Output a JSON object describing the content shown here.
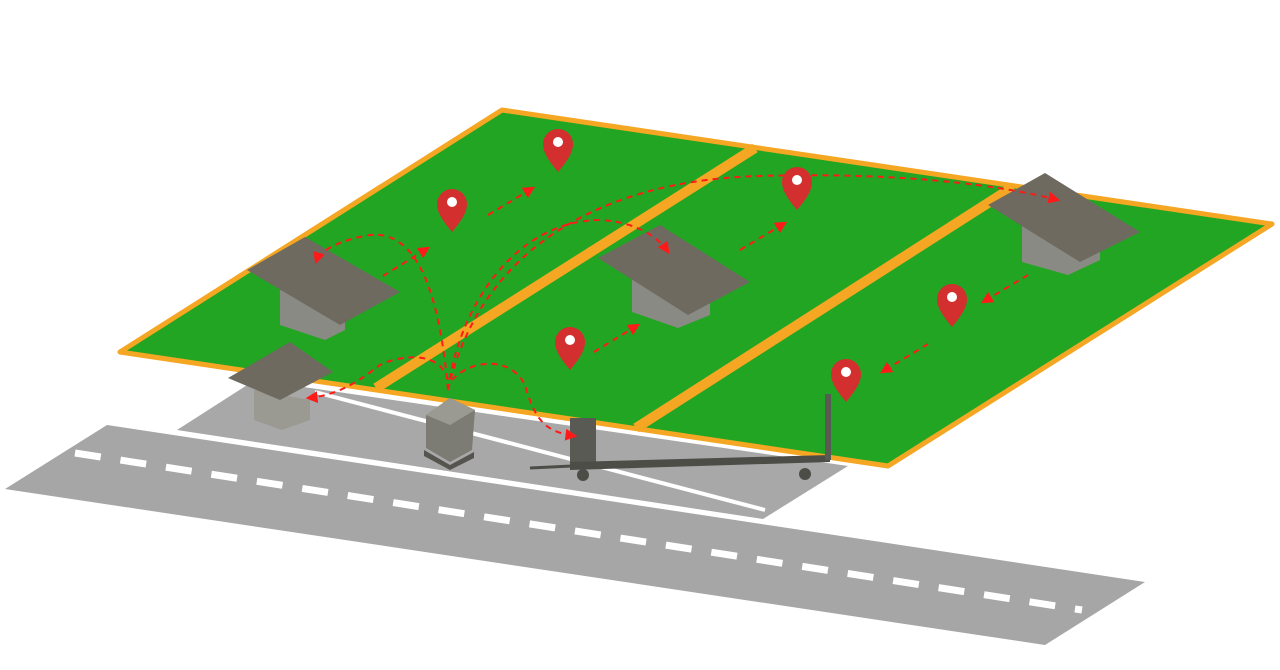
{
  "scene": {
    "type": "isometric-farm-robot-diagram",
    "colors": {
      "background": "#ffffff",
      "field": "#22a522",
      "field_border": "#f5a623",
      "road": "#a6a6a6",
      "lot": "#a8a8a8",
      "road_marking": "#ffffff",
      "pin": "#d32f2f",
      "route": "#ff1a1a",
      "structure_roof": "#6e6a60",
      "structure_wall": "#8a8a84"
    },
    "fields": [
      "field-left",
      "field-middle",
      "field-right"
    ],
    "pins": [
      {
        "icon": "map-pin-icon"
      },
      {
        "icon": "map-pin-icon"
      },
      {
        "icon": "map-pin-icon"
      },
      {
        "icon": "map-pin-icon"
      },
      {
        "icon": "map-pin-icon"
      },
      {
        "icon": "map-pin-icon"
      }
    ],
    "structures": [
      "shelter-left",
      "shelter-middle",
      "shelter-right",
      "base-station"
    ],
    "vehicles": [
      "robot",
      "cart"
    ]
  }
}
